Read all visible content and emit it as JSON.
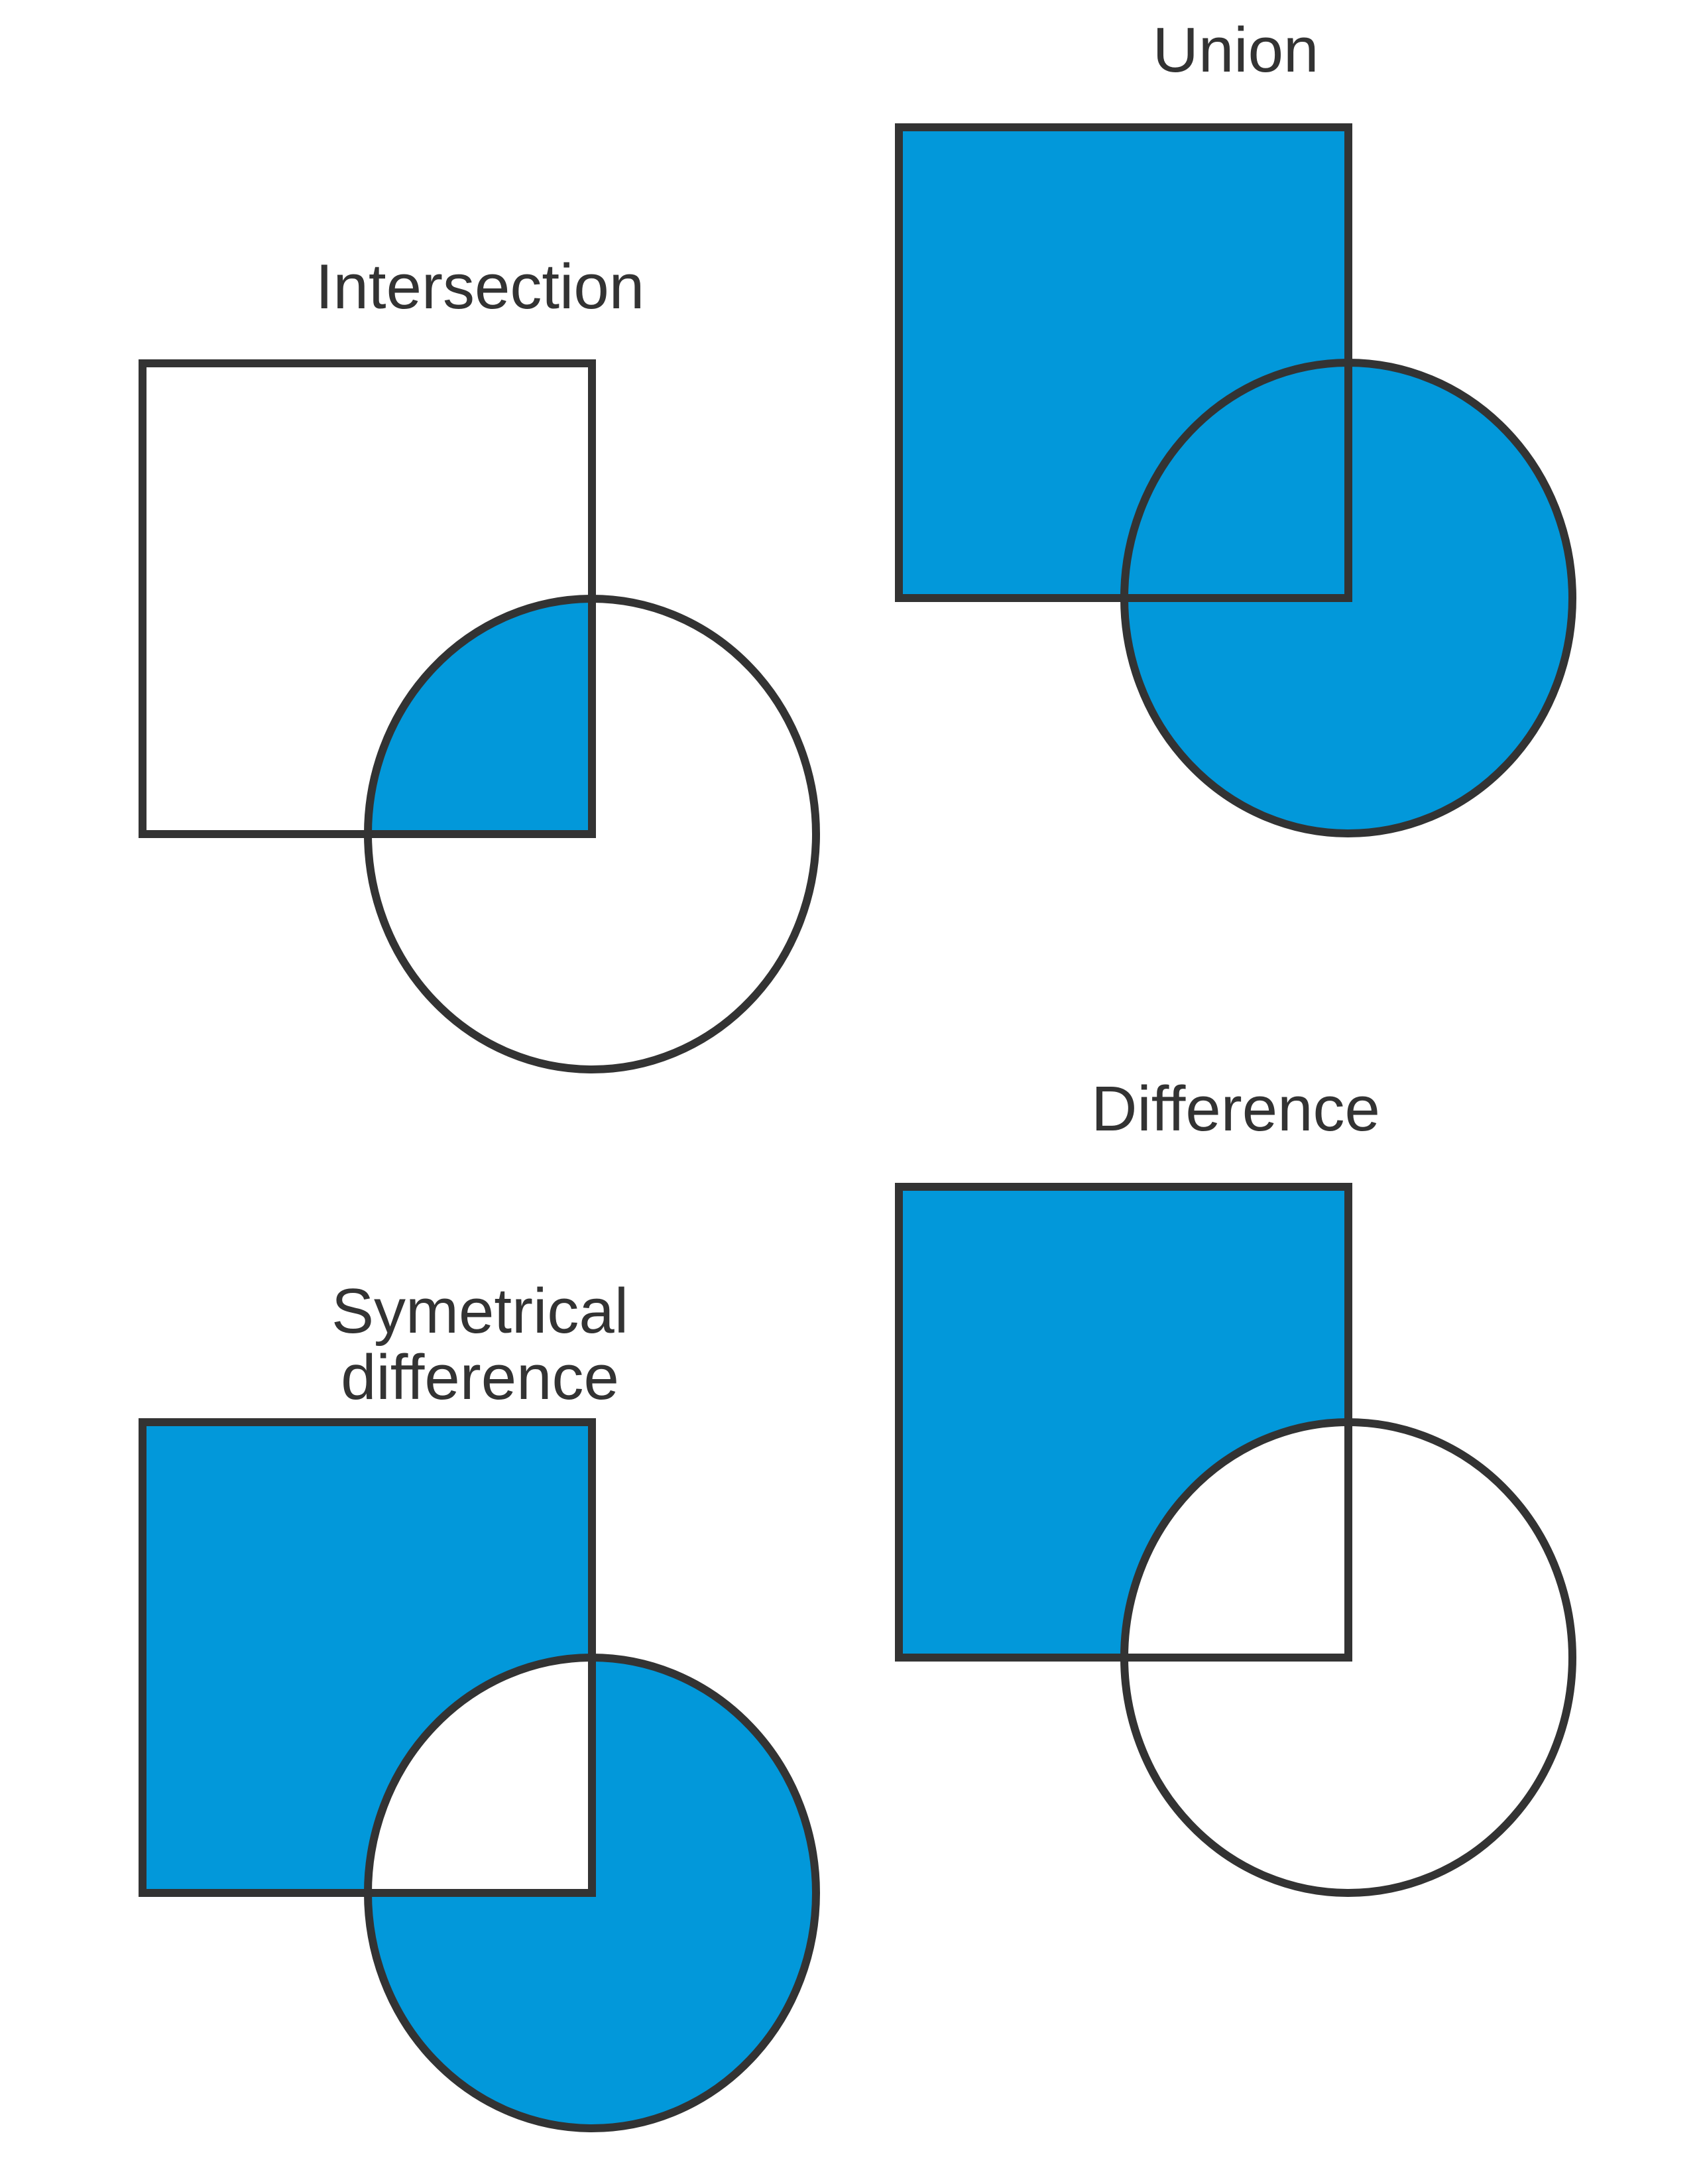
{
  "colors": {
    "fill": "#0298da",
    "stroke": "#333333",
    "background": "#ffffff"
  },
  "panels": {
    "intersection": {
      "title": "Intersection",
      "shaded_region": "square ∩ circle"
    },
    "union": {
      "title": "Union",
      "shaded_region": "square ∪ circle"
    },
    "symmetric": {
      "title_line1": "Symetrical",
      "title_line2": "difference",
      "shaded_region": "square △ circle"
    },
    "difference": {
      "title": "Difference",
      "shaded_region": "square − circle"
    }
  }
}
